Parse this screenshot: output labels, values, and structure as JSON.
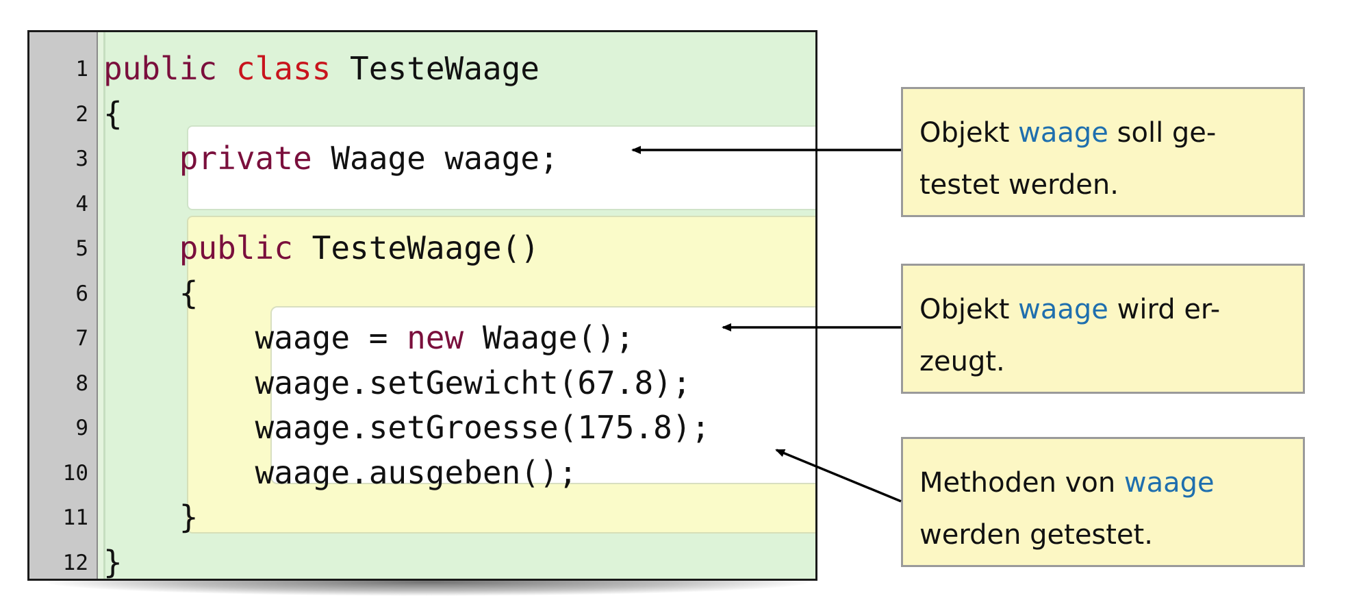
{
  "code_lines": [
    {
      "n": "1",
      "parts": [
        {
          "t": "public",
          "c": "kw"
        },
        {
          "t": " "
        },
        {
          "t": "class",
          "c": "kw2"
        },
        {
          "t": " TesteWaage"
        }
      ]
    },
    {
      "n": "2",
      "parts": [
        {
          "t": "{"
        }
      ]
    },
    {
      "n": "3",
      "parts": [
        {
          "t": "    "
        },
        {
          "t": "private",
          "c": "kw"
        },
        {
          "t": " Waage waage;"
        }
      ]
    },
    {
      "n": "4",
      "parts": [
        {
          "t": ""
        }
      ]
    },
    {
      "n": "5",
      "parts": [
        {
          "t": "    "
        },
        {
          "t": "public",
          "c": "kw"
        },
        {
          "t": " TesteWaage()"
        }
      ]
    },
    {
      "n": "6",
      "parts": [
        {
          "t": "    {"
        }
      ]
    },
    {
      "n": "7",
      "parts": [
        {
          "t": "        waage = "
        },
        {
          "t": "new",
          "c": "kw"
        },
        {
          "t": " Waage();"
        }
      ]
    },
    {
      "n": "8",
      "parts": [
        {
          "t": "        waage.setGewicht(67.8);"
        }
      ]
    },
    {
      "n": "9",
      "parts": [
        {
          "t": "        waage.setGroesse(175.8);"
        }
      ]
    },
    {
      "n": "10",
      "parts": [
        {
          "t": "        waage.ausgeben();"
        }
      ]
    },
    {
      "n": "11",
      "parts": [
        {
          "t": "    }"
        }
      ]
    },
    {
      "n": "12",
      "parts": [
        {
          "t": "}"
        }
      ]
    }
  ],
  "notes": [
    {
      "before": "Objekt ",
      "highlight": "waage",
      "after": " soll ge-",
      "line2": "testet werden."
    },
    {
      "before": "Objekt ",
      "highlight": "waage",
      "after": " wird er-",
      "line2": "zeugt."
    },
    {
      "before": "Methoden von ",
      "highlight": "waage",
      "after": "",
      "line2": "werden getestet."
    }
  ],
  "colors": {
    "keyword": "#7a0f3c",
    "keyword_class": "#c8141d",
    "highlight": "#1f6fae",
    "note_bg": "#fcf7c4"
  }
}
